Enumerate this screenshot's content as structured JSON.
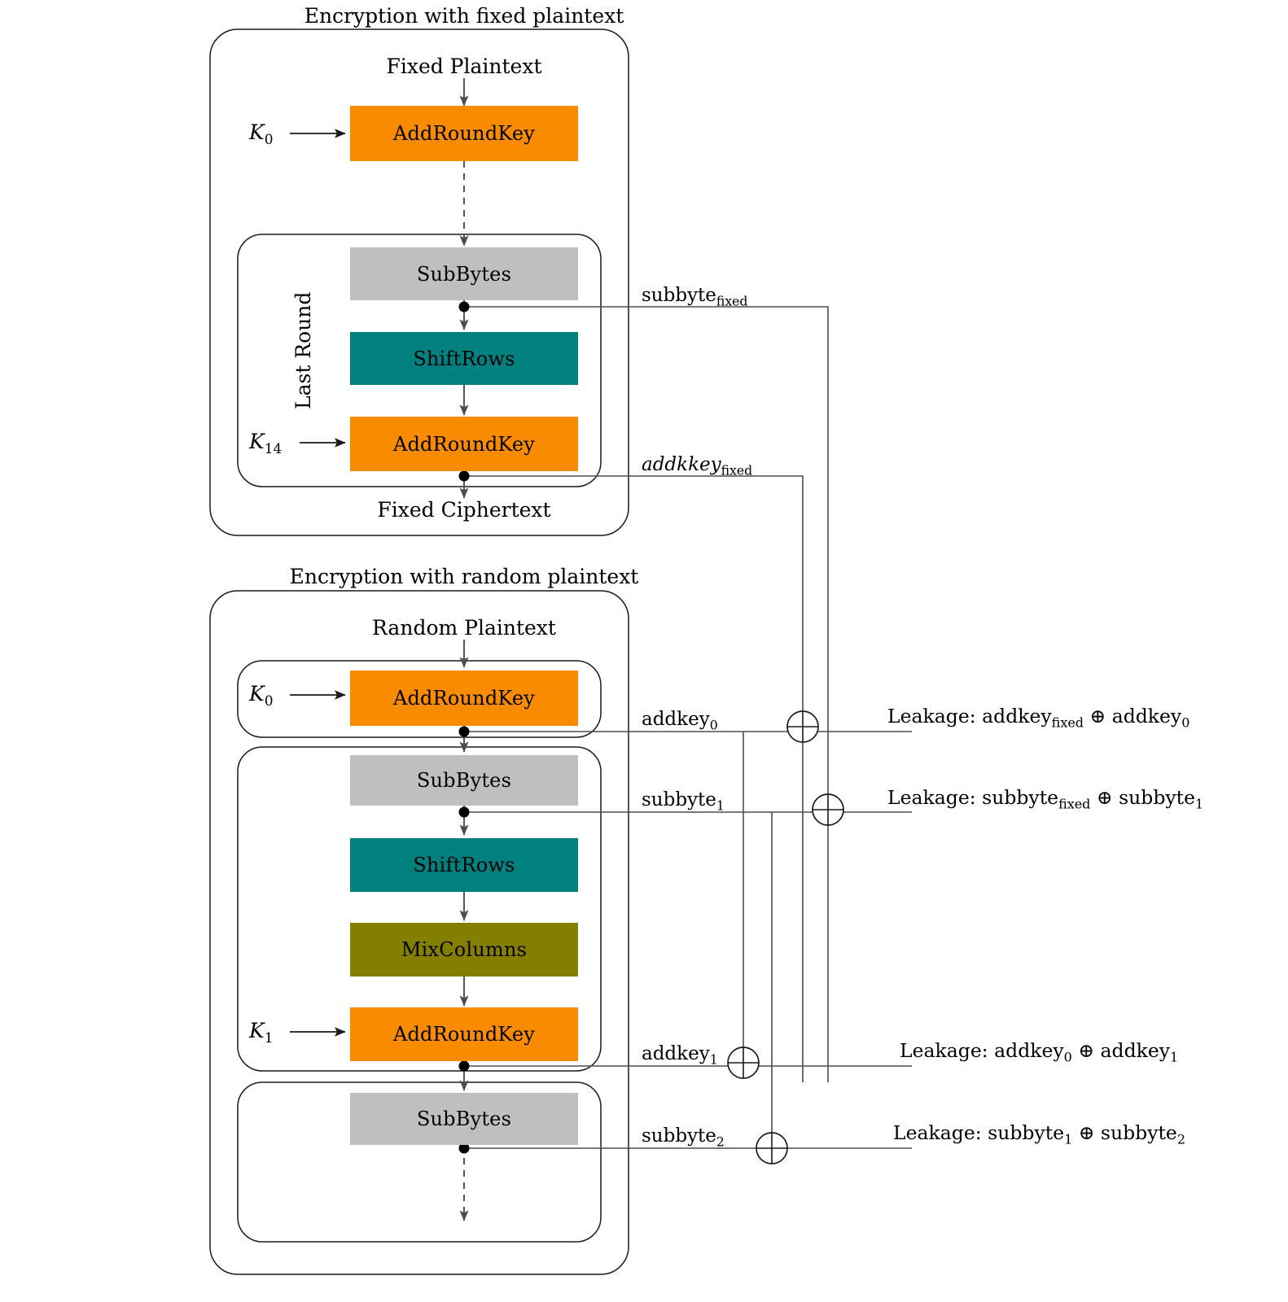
{
  "figure": {
    "type": "flowchart",
    "description": "AES fixed-vs-random leakage diagram"
  },
  "colors": {
    "addroundkey": "#f98b00",
    "subbytes": "#bfbfbf",
    "shiftrows": "#00807f",
    "mixcolumns": "#857f00",
    "stroke": "#1a1a1a",
    "background": "#ffffff"
  },
  "sections": {
    "fixed": {
      "title": "Encryption with fixed plaintext",
      "input_label": "Fixed Plaintext",
      "output_label": "Fixed Ciphertext",
      "round_label": "Last Round",
      "keys": {
        "initial": "K",
        "initial_sub": "0",
        "last": "K",
        "last_sub": "14"
      },
      "ops": [
        {
          "name": "AddRoundKey",
          "color_key": "addroundkey"
        },
        {
          "name": "SubBytes",
          "color_key": "subbytes"
        },
        {
          "name": "ShiftRows",
          "color_key": "shiftrows"
        },
        {
          "name": "AddRoundKey",
          "color_key": "addroundkey"
        }
      ]
    },
    "random": {
      "title": "Encryption with random plaintext",
      "input_label": "Random Plaintext",
      "keys": {
        "round0": "K",
        "round0_sub": "0",
        "round1": "K",
        "round1_sub": "1"
      },
      "ops": [
        {
          "name": "AddRoundKey",
          "color_key": "addroundkey"
        },
        {
          "name": "SubBytes",
          "color_key": "subbytes"
        },
        {
          "name": "ShiftRows",
          "color_key": "shiftrows"
        },
        {
          "name": "MixColumns",
          "color_key": "mixcolumns"
        },
        {
          "name": "AddRoundKey",
          "color_key": "addroundkey"
        },
        {
          "name": "SubBytes",
          "color_key": "subbytes"
        }
      ]
    }
  },
  "tap_labels": {
    "subbyte_fixed": {
      "base": "subbyte",
      "sub": "fixed",
      "italic": false
    },
    "addkkey_fixed": {
      "base": "addkkey",
      "sub": "fixed",
      "italic": true
    },
    "addkey_0": {
      "base": "addkey",
      "sub": "0",
      "italic": false
    },
    "subbyte_1": {
      "base": "subbyte",
      "sub": "1",
      "italic": false
    },
    "addkey_1": {
      "base": "addkey",
      "sub": "1",
      "italic": false
    },
    "subbyte_2": {
      "base": "subbyte",
      "sub": "2",
      "italic": false
    }
  },
  "leakages": [
    {
      "prefix": "Leakage:",
      "left_base": "addkey",
      "left_sub": "fixed",
      "op": "⊕",
      "right_base": "addkey",
      "right_sub": "0"
    },
    {
      "prefix": "Leakage:",
      "left_base": "subbyte",
      "left_sub": "fixed",
      "op": "⊕",
      "right_base": "subbyte",
      "right_sub": "1"
    },
    {
      "prefix": "Leakage:",
      "left_base": "addkey",
      "left_sub": "0",
      "op": "⊕",
      "right_base": "addkey",
      "right_sub": "1"
    },
    {
      "prefix": "Leakage:",
      "left_base": "subbyte",
      "left_sub": "1",
      "op": "⊕",
      "right_base": "subbyte",
      "right_sub": "2"
    }
  ],
  "xor_symbol": "⊕"
}
